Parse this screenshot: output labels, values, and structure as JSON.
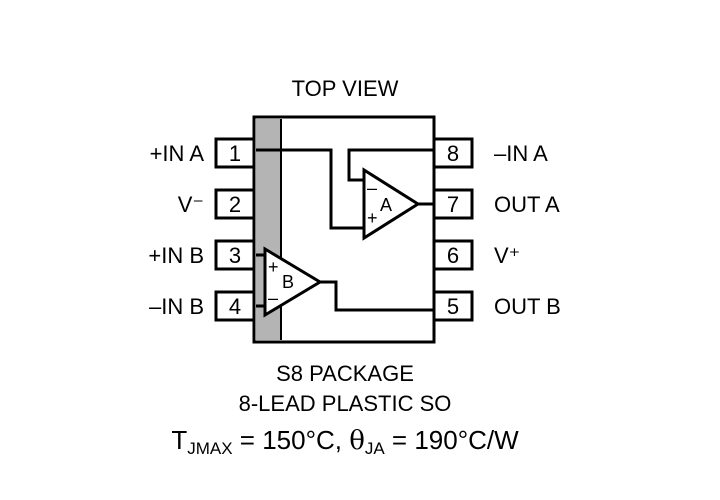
{
  "title": "TOP VIEW",
  "pins_left": [
    {
      "num": "1",
      "label": "+IN A"
    },
    {
      "num": "2",
      "label": "V⁻"
    },
    {
      "num": "3",
      "label": "+IN B"
    },
    {
      "num": "4",
      "label": "–IN B"
    }
  ],
  "pins_right": [
    {
      "num": "8",
      "label": "–IN A"
    },
    {
      "num": "7",
      "label": "OUT A"
    },
    {
      "num": "6",
      "label": "V⁺"
    },
    {
      "num": "5",
      "label": "OUT B"
    }
  ],
  "amp_a": {
    "name": "A",
    "minus": "–",
    "plus": "+"
  },
  "amp_b": {
    "name": "B",
    "minus": "–",
    "plus": "+"
  },
  "package_line1": "S8 PACKAGE",
  "package_line2": "8-LEAD PLASTIC SO",
  "thermal": {
    "t_sym": "T",
    "t_sub": "JMAX",
    "t_val": " = 150°C, ",
    "theta_sym": "θ",
    "theta_sub": "JA",
    "theta_val": " = 190°C/W"
  },
  "colors": {
    "body_stripe": "#b4b4b4",
    "line": "#000000"
  }
}
